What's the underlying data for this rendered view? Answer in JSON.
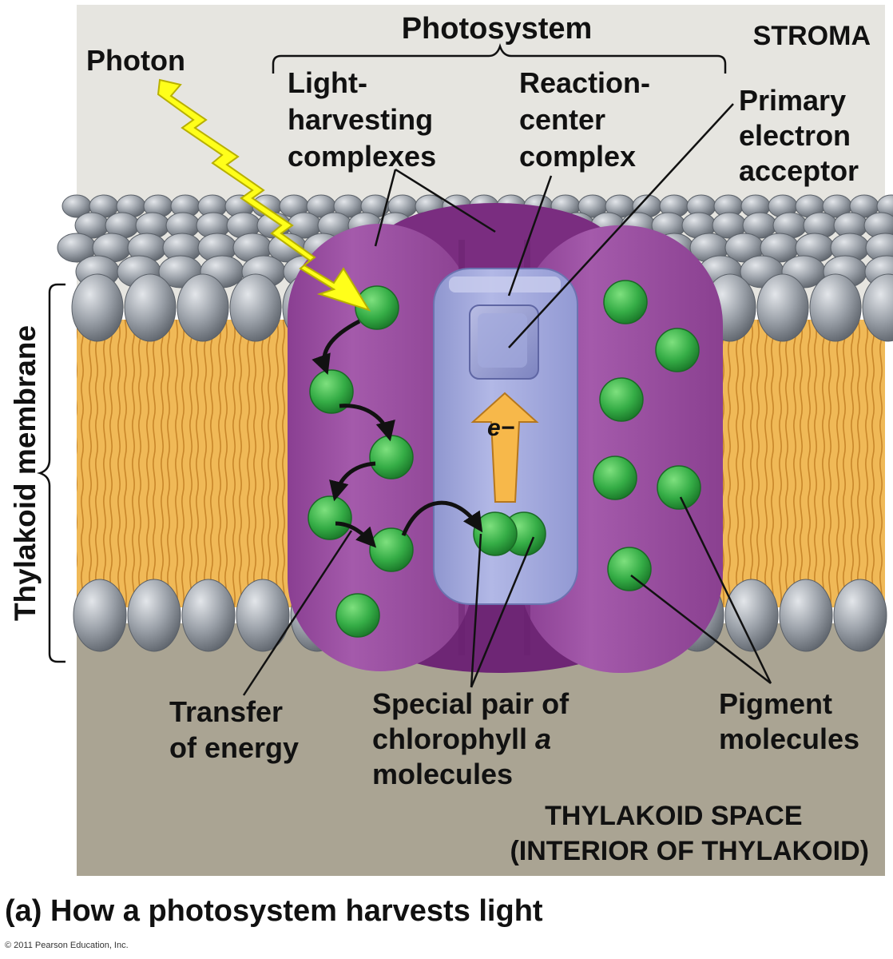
{
  "labels": {
    "photosystem": "Photosystem",
    "stroma": "STROMA",
    "photon": "Photon",
    "lhc": [
      "Light-",
      "harvesting",
      "complexes"
    ],
    "rcc": [
      "Reaction-",
      "center",
      "complex"
    ],
    "pea": [
      "Primary",
      "electron",
      "acceptor"
    ],
    "thylakoid_membrane": "Thylakoid membrane",
    "electron": "e−",
    "transfer": [
      "Transfer",
      "of energy"
    ],
    "special_pair": [
      "Special pair of",
      "chlorophyll ",
      "a",
      "molecules"
    ],
    "pigment": [
      "Pigment",
      "molecules"
    ],
    "space": [
      "THYLAKOID SPACE",
      "(INTERIOR OF THYLAKOID)"
    ]
  },
  "caption": "(a) How a photosystem harvests light",
  "copyright": "© 2011 Pearson Education, Inc.",
  "colors": {
    "stroma": "#e6e5e0",
    "thylakoid_space": "#aaa493",
    "lipid_head": "#9aa0a8",
    "lipid_tail": "#f0b957",
    "complex": "#9b4f9f",
    "complex_dark": "#7a2d80",
    "reaction_center": "#a8aede",
    "pigment": "#3bb24a",
    "photon": "#ffff1a",
    "electron_arrow": "#f7b84a"
  }
}
